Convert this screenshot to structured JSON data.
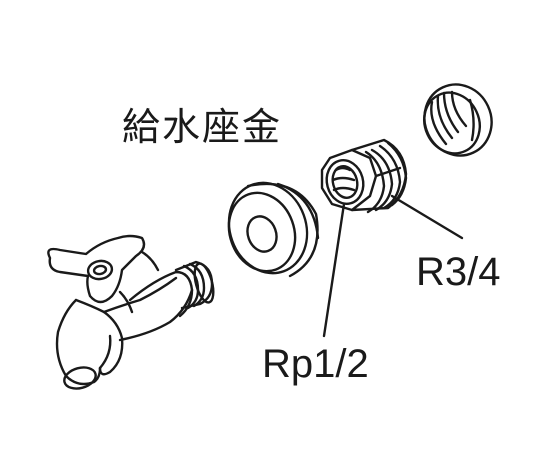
{
  "labels": {
    "title": "給水座金",
    "r_three_quarter": "R3/4",
    "rp_half": "Rp1/2"
  },
  "colors": {
    "line": "#1a1a1a",
    "background": "#ffffff"
  }
}
